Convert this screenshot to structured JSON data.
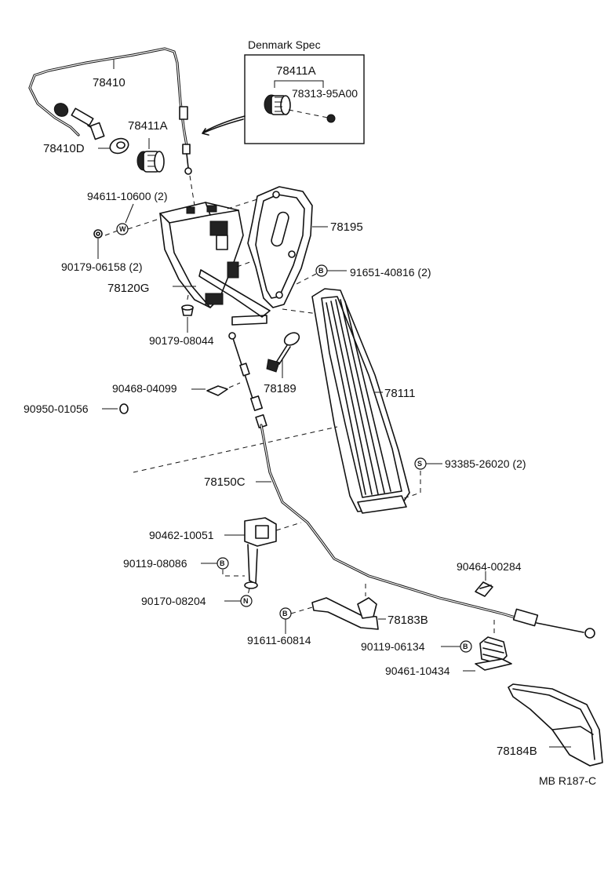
{
  "box": {
    "title": "Denmark Spec"
  },
  "labels": {
    "l78410": "78410",
    "l78411A_top": "78411A",
    "l78411A": "78411A",
    "l78313": "78313-95A00",
    "l78410D": "78410D",
    "l94611": "94611-10600 (2)",
    "l78195": "78195",
    "l90179_06158": "90179-06158 (2)",
    "l91651": "91651-40816 (2)",
    "l78120G": "78120G",
    "l90179_08044": "90179-08044",
    "l78189": "78189",
    "l90468": "90468-04099",
    "l78111": "78111",
    "l90950": "90950-01056",
    "l93385": "93385-26020 (2)",
    "l78150C": "78150C",
    "l90462": "90462-10051",
    "l90119_08086": "90119-08086",
    "l90464": "90464-00284",
    "l90170": "90170-08204",
    "l78183B": "78183B",
    "l91611": "91611-60814",
    "l90119_06134": "90119-06134",
    "l90461": "90461-10434",
    "l78184B": "78184B",
    "ref": "MB R187-C"
  },
  "symbols": {
    "w": "W",
    "b": "B",
    "s": "S",
    "n": "N"
  }
}
